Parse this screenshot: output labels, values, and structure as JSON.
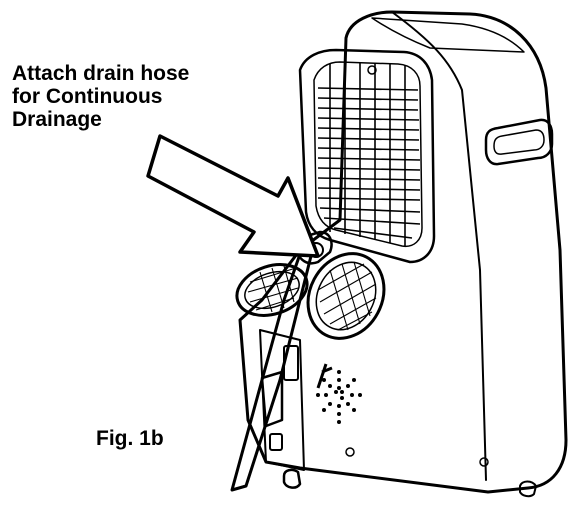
{
  "callout": {
    "lines": [
      "Attach drain hose",
      "for Continuous",
      "Drainage"
    ]
  },
  "figure": {
    "label": "Fig. 1b"
  },
  "icons": {
    "arrow": "callout-arrow",
    "unit": "portable-air-conditioner",
    "hose": "drain-hose"
  },
  "colors": {
    "line": "#000000",
    "background": "#ffffff"
  }
}
